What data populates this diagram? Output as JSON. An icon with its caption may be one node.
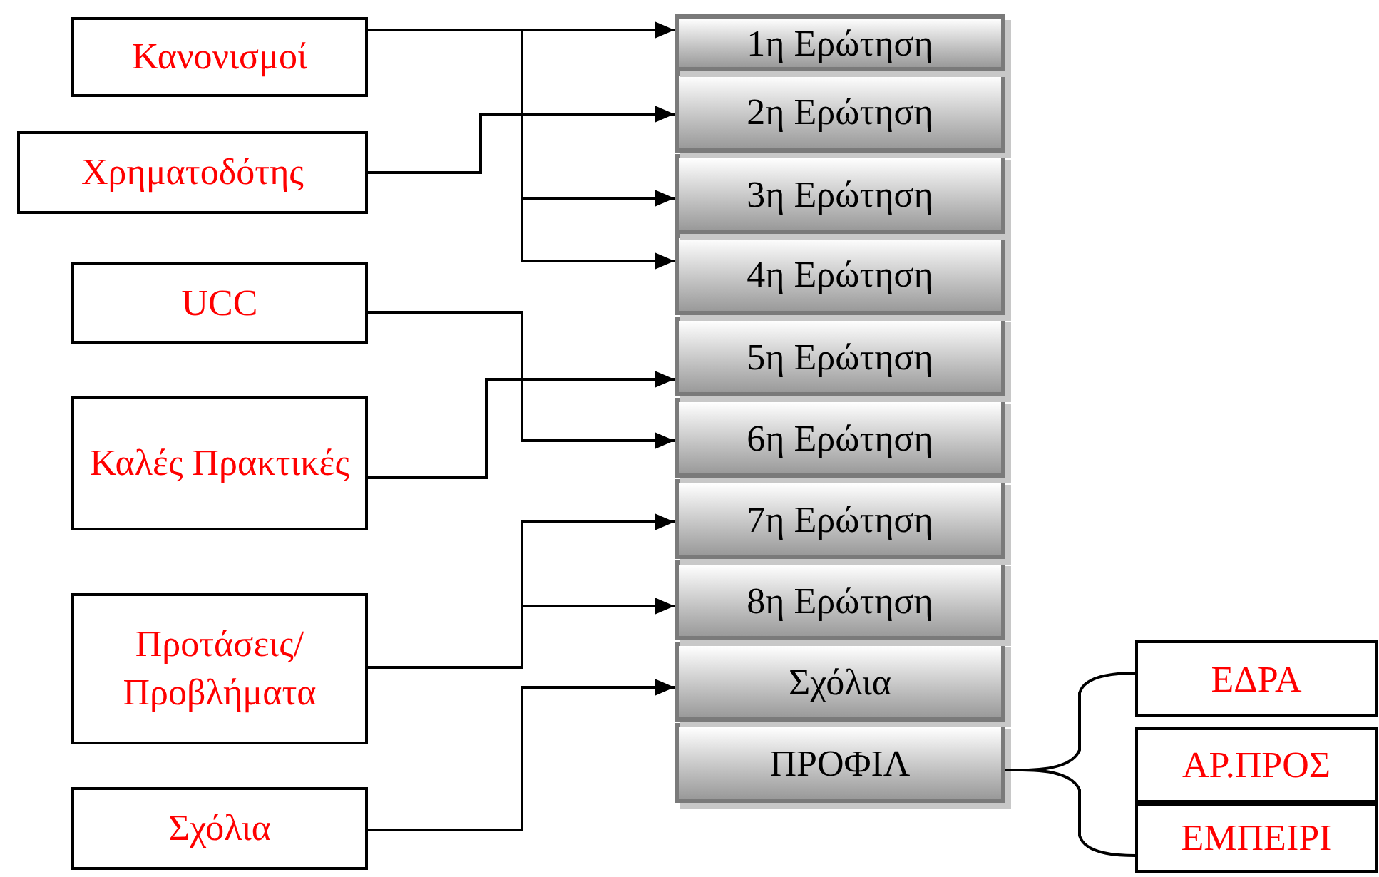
{
  "diagram": {
    "nodes": [
      {
        "text": [
          "Κανονισμοί"
        ]
      },
      {
        "text": [
          "Χρηματοδότης"
        ]
      },
      {
        "text": [
          "UCC"
        ]
      },
      {
        "text": [
          "Καλές Πρακτικές"
        ]
      },
      {
        "text": [
          "Προτάσεις/ Προβλήματα"
        ]
      },
      {
        "text": [
          "Σχόλια"
        ]
      },
      {
        "text": [
          "1η Ερώτηση"
        ]
      },
      {
        "text": [
          "2η Ερώτηση"
        ]
      },
      {
        "text": [
          "3η Ερώτηση"
        ]
      },
      {
        "text": [
          "4η Ερώτηση"
        ]
      },
      {
        "text": [
          "5η Ερώτηση"
        ]
      },
      {
        "text": [
          "6η Ερώτηση"
        ]
      },
      {
        "text": [
          "7η Ερώτηση"
        ]
      },
      {
        "text": [
          "8η Ερώτηση"
        ]
      },
      {
        "text": [
          "Σχόλια"
        ]
      },
      {
        "text": [
          "ΠΡΟΦΙΛ"
        ]
      },
      {
        "text": [
          "ΕΔΡΑ"
        ]
      },
      {
        "text": [
          "ΑΡ.ΠΡΟΣ"
        ]
      },
      {
        "text": [
          "ΕΜΠΕΙΡΙ"
        ]
      }
    ],
    "edges": [
      {
        "from": 0,
        "to": 6,
        "arrow": "to"
      },
      {
        "from": 0,
        "to": 8,
        "arrow": "to"
      },
      {
        "from": 0,
        "to": 9,
        "arrow": "to"
      },
      {
        "from": 1,
        "to": 7,
        "arrow": "to"
      },
      {
        "from": 2,
        "to": 11,
        "arrow": "to"
      },
      {
        "from": 3,
        "to": 10,
        "arrow": "to"
      },
      {
        "from": 4,
        "to": 12,
        "arrow": "to"
      },
      {
        "from": 4,
        "to": 13,
        "arrow": "to"
      },
      {
        "from": 5,
        "to": 14,
        "arrow": "to"
      },
      {
        "from": 15,
        "to": 16,
        "arrow": "none"
      },
      {
        "from": 15,
        "to": 18,
        "arrow": "none"
      }
    ]
  }
}
